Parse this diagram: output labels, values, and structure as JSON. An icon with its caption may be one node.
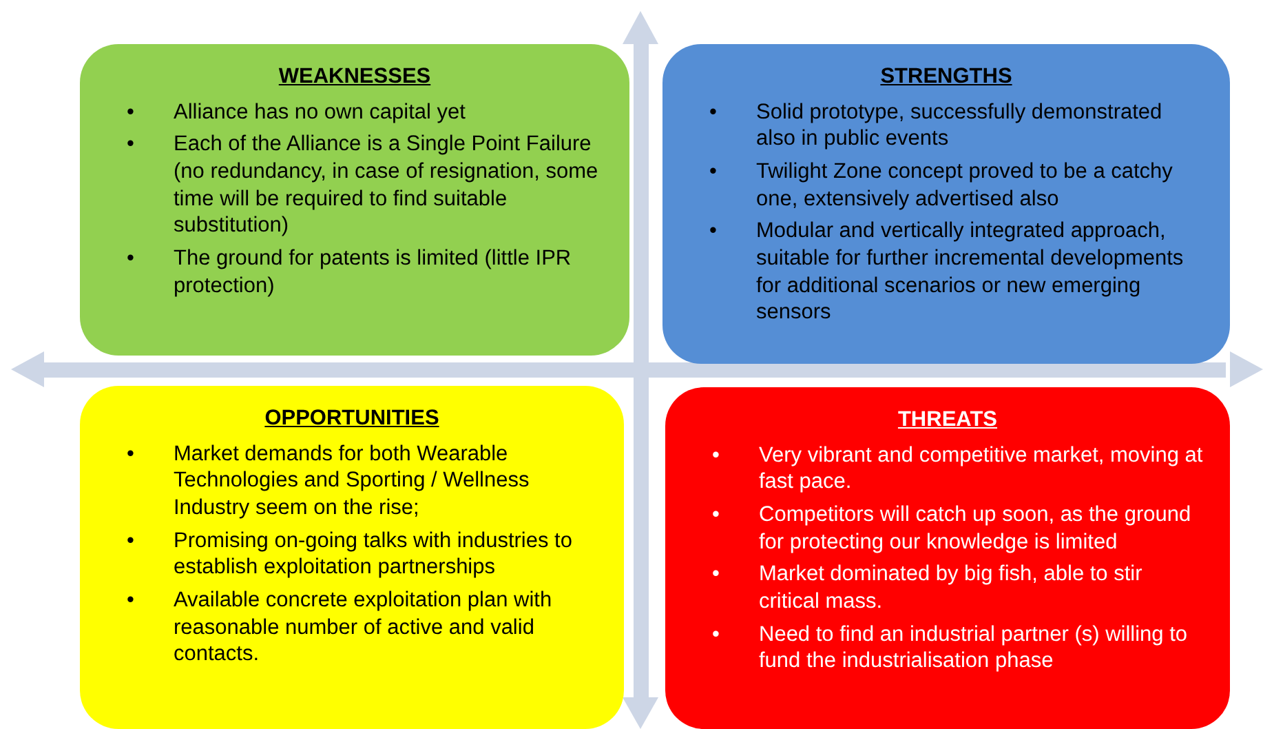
{
  "diagram": {
    "nodes": [
      {
        "text": [
          "WEAKNESSES",
          "Alliance has no own capital yet",
          "Each of the Alliance is a Single Point Failure (no redundancy, in case of resignation, some time will be required to find suitable substitution)",
          "The ground for patents is limited (little IPR protection)"
        ]
      },
      {
        "text": [
          "STRENGTHS",
          "Solid prototype, successfully demonstrated also in public events",
          "Twilight Zone concept proved to be a catchy one, extensively advertised also",
          "Modular and vertically integrated approach, suitable for further incremental developments for additional scenarios or new emerging sensors"
        ]
      },
      {
        "text": [
          "OPPORTUNITIES",
          "Market demands for both Wearable Technologies and Sporting / Wellness Industry seem on the rise;",
          "Promising on-going talks with industries to establish exploitation partnerships",
          "Available concrete exploitation plan with reasonable number of active and valid contacts."
        ]
      },
      {
        "text": [
          "THREATS",
          "Very vibrant and competitive market, moving at fast pace.",
          "Competitors will catch up soon, as the ground for protecting our knowledge is limited",
          "Market dominated by big fish, able to stir critical mass.",
          "Need to find an industrial partner (s) willing to fund the industrialisation phase"
        ]
      }
    ],
    "labels": [
      "•",
      "•",
      "•",
      "•",
      "•",
      "•",
      "•",
      "•",
      "•",
      "•",
      "•",
      "•",
      "•"
    ]
  }
}
